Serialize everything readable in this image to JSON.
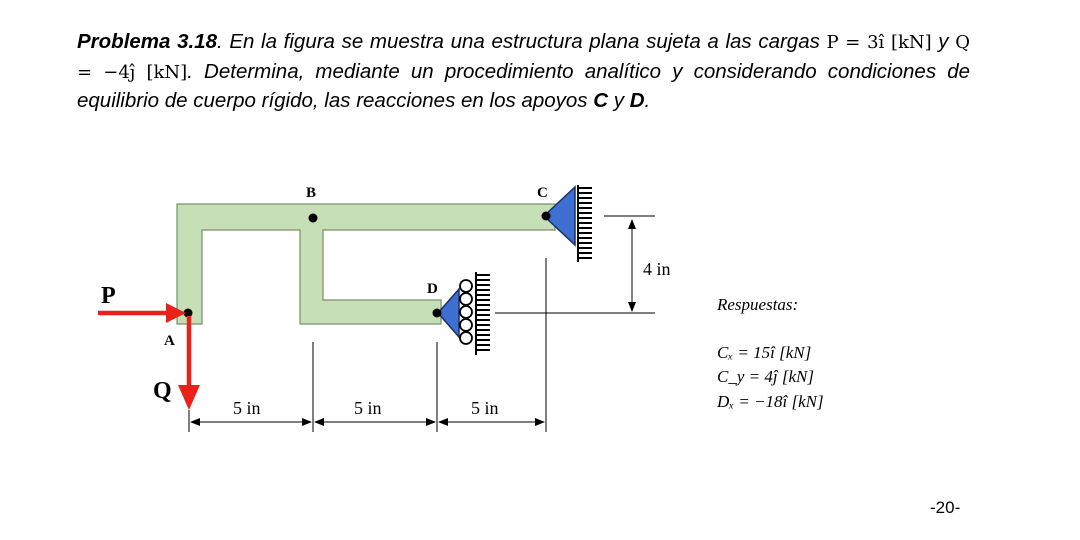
{
  "problem": {
    "title": "Problema 3.18",
    "text_1": ". En la figura se muestra una estructura plana sujeta a las cargas",
    "p_load": "P = 3î [kN]",
    "y_conn": " y ",
    "q_load": "Q = −4ĵ [kN]",
    "text_2": ". Determina, mediante un procedimiento analítico y considerando condiciones de equilibrio de cuerpo rígido, las reacciones en los apoyos ",
    "support_c": "C",
    "y_conn2": " y ",
    "support_d": "D",
    "end": "."
  },
  "figure": {
    "points": {
      "a": "A",
      "b": "B",
      "c": "C",
      "d": "D"
    },
    "loads": {
      "p": "P",
      "q": "Q"
    },
    "dims": {
      "d1": "5 in",
      "d2": "5 in",
      "d3": "5 in",
      "height": "4 in"
    },
    "colors": {
      "member": "#c7dfb6",
      "support": "#3f6fd1",
      "load": "#e8221b"
    }
  },
  "answers": {
    "title": "Respuestas:",
    "cx": "Cₓ = 15î [kN]",
    "cy": "C_y = 4ĵ [kN]",
    "dx": "Dₓ = −18î [kN]"
  },
  "page_number": "-20-"
}
